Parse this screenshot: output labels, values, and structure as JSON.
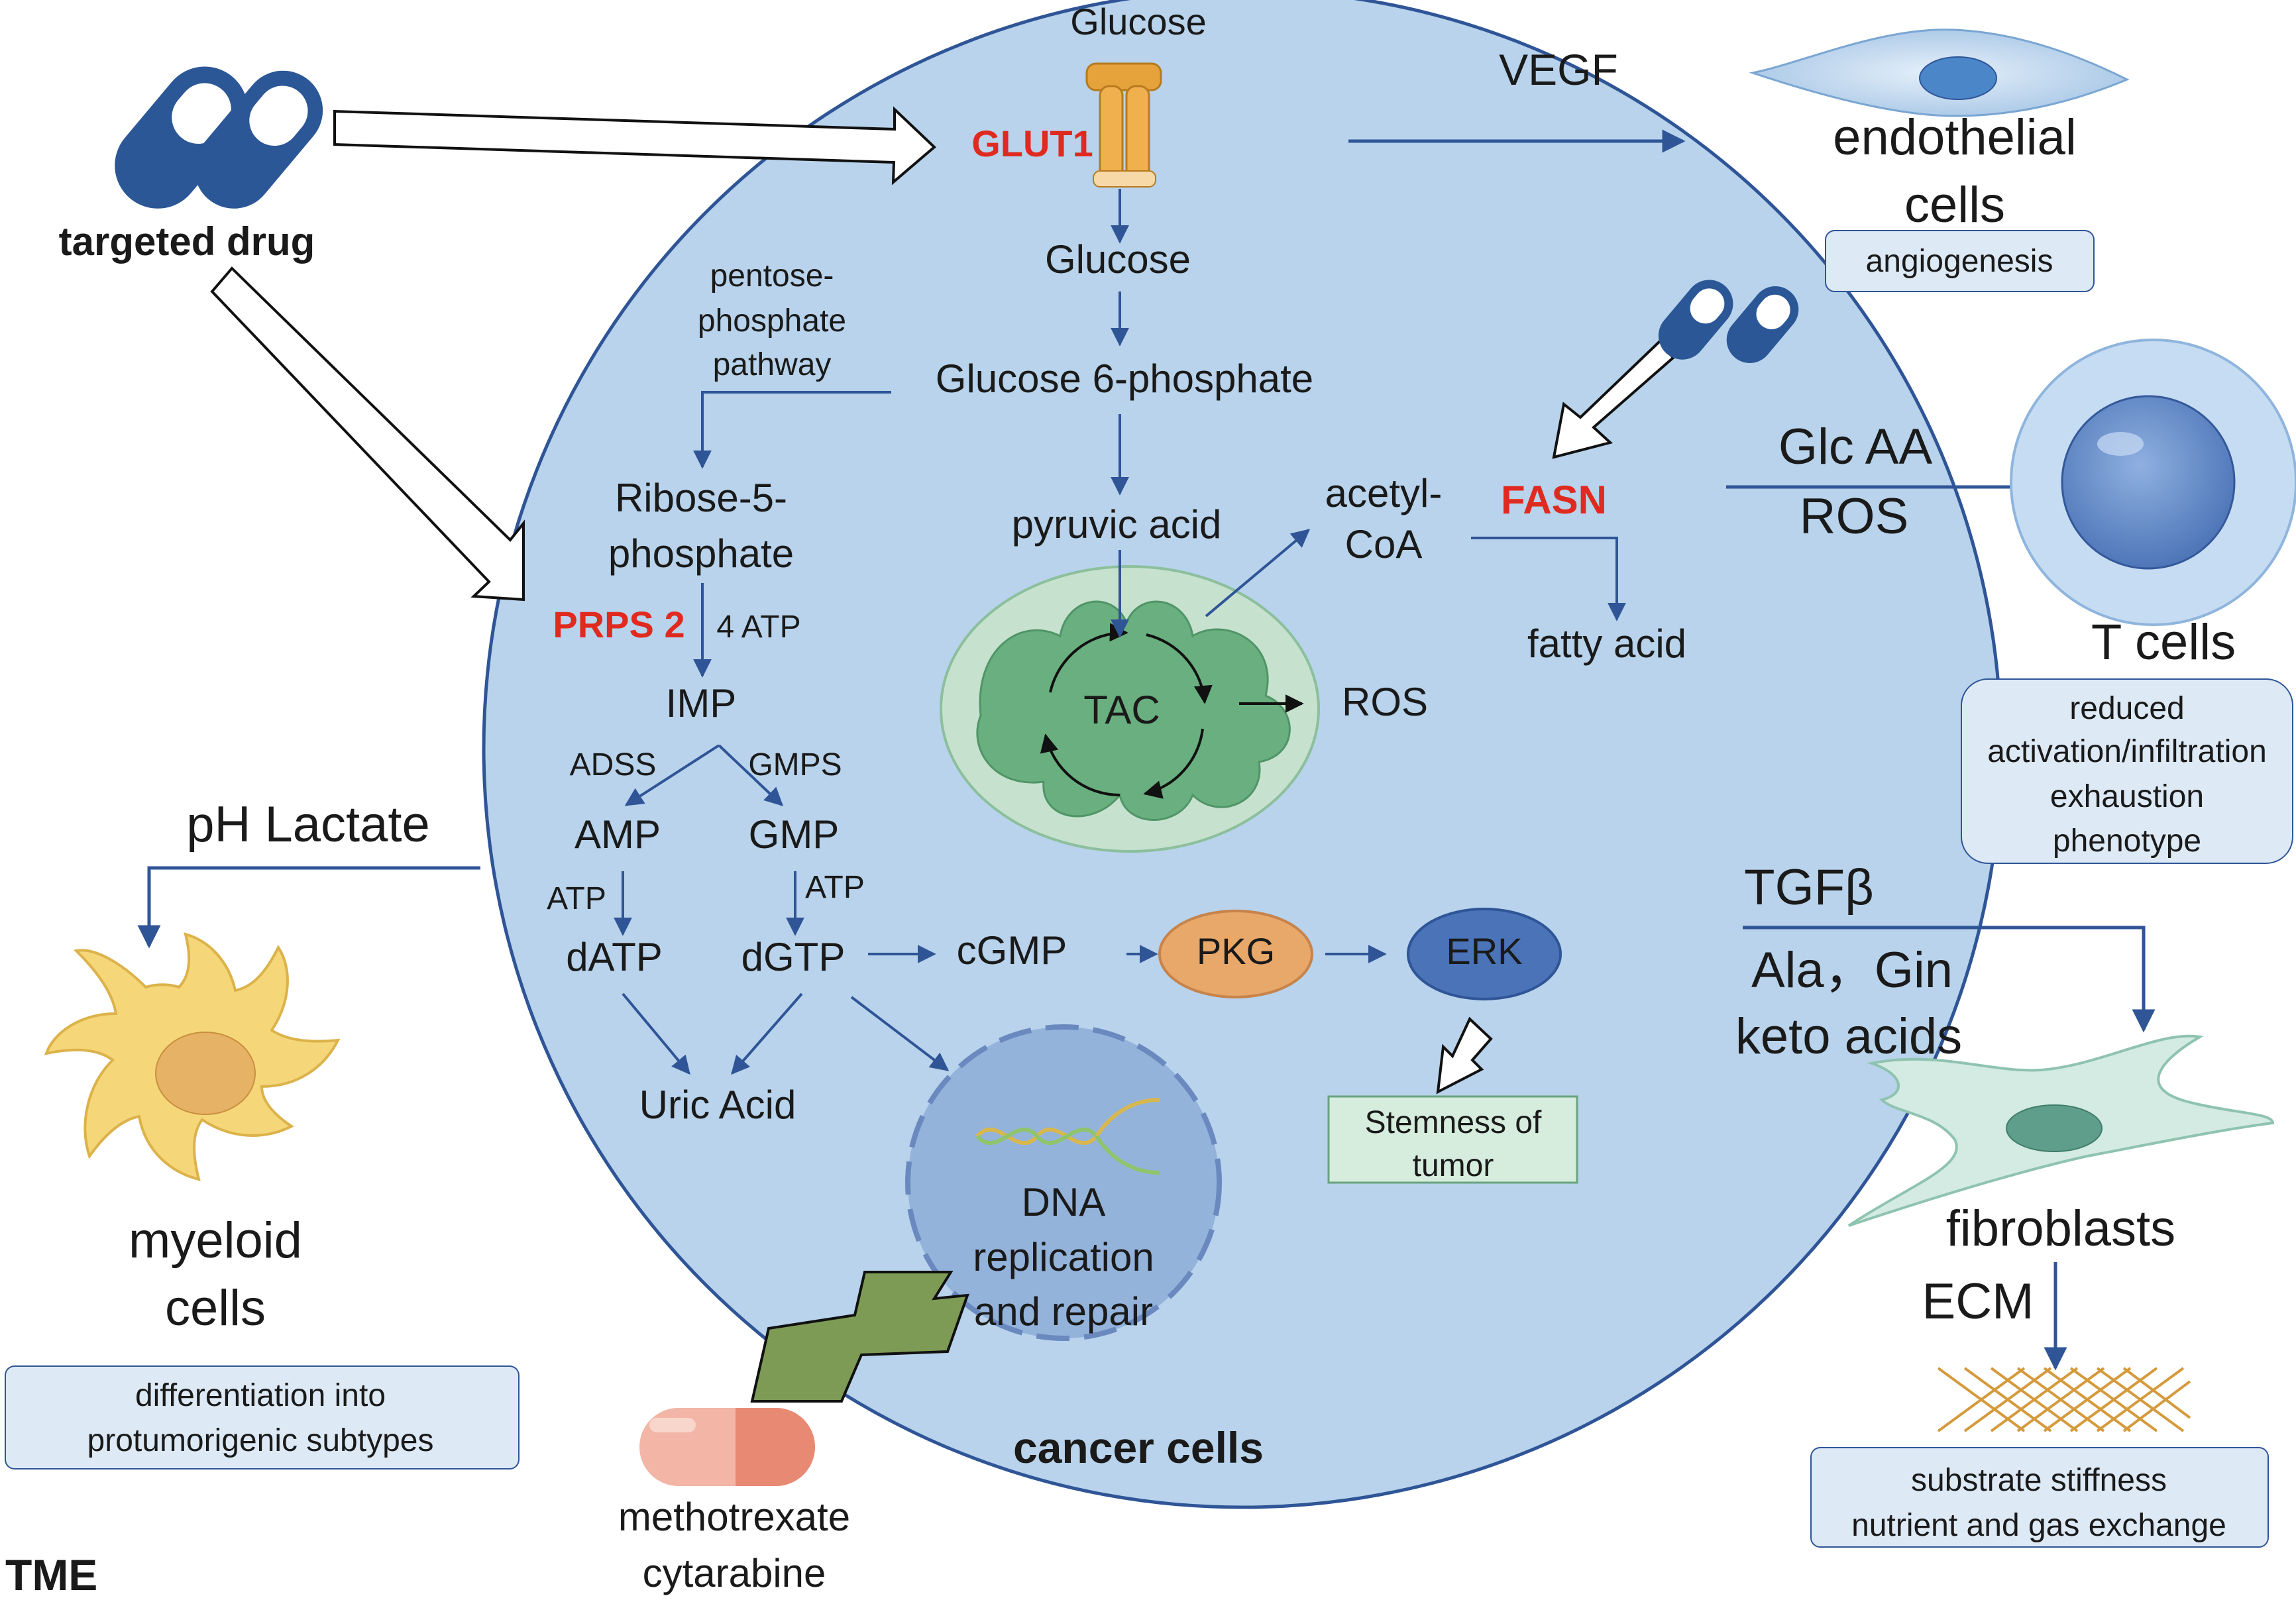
{
  "labels": {
    "glucose_top": "Glucose",
    "glut1": "GLUT1",
    "glucose_inner": "Glucose",
    "g6p": "Glucose 6-phosphate",
    "ppp_1": "pentose-",
    "ppp_2": "phosphate",
    "ppp_3": "pathway",
    "r5p_1": "Ribose-5-",
    "r5p_2": "phosphate",
    "prps2": "PRPS 2",
    "atp4": "4 ATP",
    "imp": "IMP",
    "adss": "ADSS",
    "gmps": "GMPS",
    "amp": "AMP",
    "gmp": "GMP",
    "atp_left": "ATP",
    "atp_right": "ATP",
    "datp": "dATP",
    "dgtp": "dGTP",
    "cgmp": "cGMP",
    "pkg": "PKG",
    "erk": "ERK",
    "uric_acid": "Uric Acid",
    "pyruvic_acid": "pyruvic acid",
    "acetyl_1": "acetyl-",
    "acetyl_2": "CoA",
    "fasn": "FASN",
    "fatty_acid": "fatty acid",
    "tac": "TAC",
    "ros": "ROS",
    "dna_1": "DNA",
    "dna_2": "replication",
    "dna_3": "and repair",
    "stemness_1": "Stemness of",
    "stemness_2": "tumor",
    "cancer_cells": "cancer cells",
    "targeted_drug": "targeted drug",
    "vegf": "VEGF",
    "endo_1": "endothelial",
    "endo_2": "cells",
    "angiogenesis": "angiogenesis",
    "glc_aa": "Glc  AA",
    "ros_out": "ROS",
    "t_cells": "T cells",
    "tcell_box_1": "reduced",
    "tcell_box_2": "activation/infiltration",
    "tcell_box_3": "exhaustion",
    "tcell_box_4": "phenotype",
    "tgfb": "TGFβ",
    "ala_gin": "Ala，Gin",
    "keto": "keto acids",
    "fibroblasts": "fibroblasts",
    "ecm": "ECM",
    "fib_box_1": "substrate stiffness",
    "fib_box_2": "nutrient and gas exchange",
    "ph_lactate": "pH  Lactate",
    "myeloid_1": "myeloid",
    "myeloid_2": "cells",
    "myeloid_box_1": "differentiation into",
    "myeloid_box_2": "protumorigenic subtypes",
    "mtx_1": "methotrexate",
    "mtx_2": "cytarabine",
    "tme": "TME"
  },
  "colors": {
    "cell_fill": "#b8d3eb",
    "arrow_blue": "#2f5597",
    "highlight_red": "#e02a1f",
    "pkg_fill": "#e8a86a",
    "erk_fill": "#4a73b8",
    "mito_fill": "#bcdcc4",
    "mito_cristae": "#6aaf7f",
    "myeloid_fill": "#f5d77a",
    "capsule_blue": "#2b5796"
  },
  "icons": {
    "capsule_large": "capsule-pills-icon",
    "capsule_small": "capsule-pills-icon",
    "capsule_orange": "capsule-pill-icon",
    "glut1_transporter": "transporter-protein-icon",
    "mitochondrion": "mitochondrion-icon",
    "dna_helix": "dna-helix-icon",
    "lightning_bolt": "lightning-bolt-icon",
    "endothelial_cell": "endothelial-cell-icon",
    "t_cell": "t-cell-icon",
    "fibroblast": "fibroblast-cell-icon",
    "myeloid_cell": "myeloid-cell-icon",
    "ecm_mesh": "extracellular-matrix-icon"
  }
}
